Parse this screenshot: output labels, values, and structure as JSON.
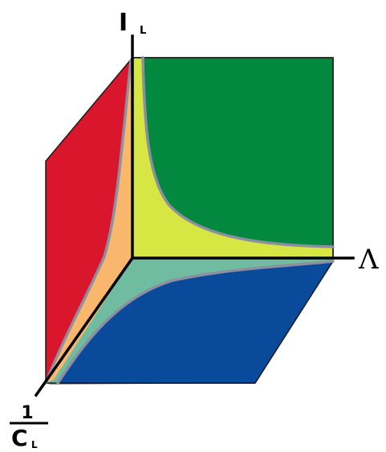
{
  "axes": {
    "vertical": {
      "main": "I",
      "sub": "L"
    },
    "horizontal": {
      "main": "Λ"
    },
    "diagonal": {
      "numerator": "1",
      "denominator_main": "C",
      "denominator_sub": "L"
    }
  },
  "colors": {
    "back_face": "#03883f",
    "back_region_light": "#d6e642",
    "left_face": "#d9162b",
    "left_region_light": "#f8b76c",
    "bottom_face": "#0a4a9b",
    "bottom_region_light": "#6fbca0",
    "boundary_curve": "#8c8fa0",
    "axis": "#000000",
    "outline": "#1a1a1a"
  }
}
